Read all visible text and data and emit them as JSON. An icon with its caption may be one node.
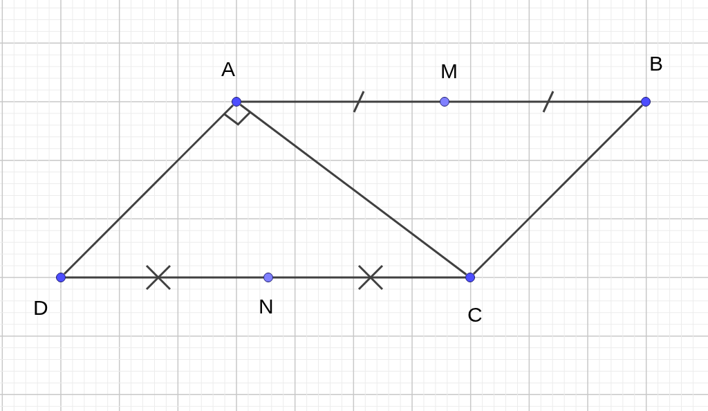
{
  "diagram": {
    "nodes": [
      {
        "text": [],
        "shape": "circle",
        "beside": [
          "A"
        ]
      },
      {
        "text": [],
        "shape": "circle",
        "beside": [
          "M"
        ]
      },
      {
        "text": [],
        "shape": "circle",
        "beside": [
          "B"
        ]
      },
      {
        "text": [],
        "shape": "circle",
        "beside": [
          "D"
        ]
      },
      {
        "text": [],
        "shape": "circle",
        "beside": [
          "N"
        ]
      },
      {
        "text": [],
        "shape": "circle",
        "beside": [
          "C"
        ]
      }
    ],
    "edges": [
      {
        "from": 0,
        "to": 1,
        "arrow": "none"
      },
      {
        "from": 1,
        "to": 2,
        "arrow": "none"
      },
      {
        "from": 2,
        "to": 5,
        "arrow": "none"
      },
      {
        "from": 5,
        "to": 4,
        "arrow": "none"
      },
      {
        "from": 4,
        "to": 3,
        "arrow": "none"
      },
      {
        "from": 3,
        "to": 0,
        "arrow": "none"
      },
      {
        "from": 0,
        "to": 5,
        "arrow": "none"
      }
    ]
  }
}
